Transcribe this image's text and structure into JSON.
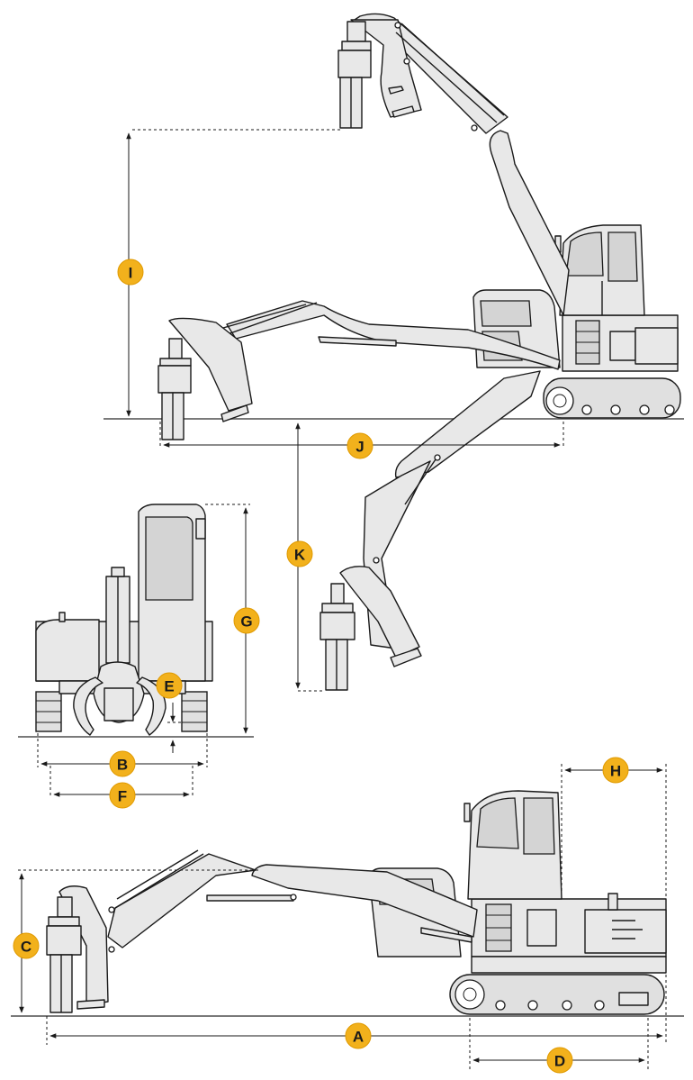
{
  "diagram": {
    "labels": {
      "A": "A",
      "B": "B",
      "C": "C",
      "D": "D",
      "E": "E",
      "F": "F",
      "G": "G",
      "H": "H",
      "I": "I",
      "J": "J",
      "K": "K"
    },
    "colors": {
      "badge_fill": "#f2b11c",
      "machine_fill": "#e8e8e8",
      "window_fill": "#d4d4d4",
      "outline": "#1a1a1a",
      "ground": "#7a7a7a"
    }
  }
}
